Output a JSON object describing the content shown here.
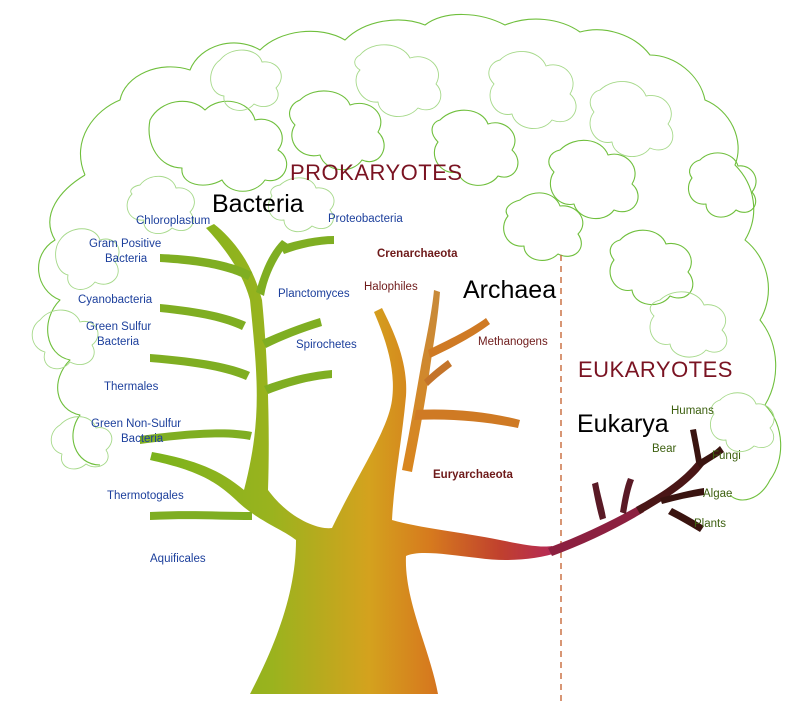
{
  "domains": {
    "prokaryotes": "PROKARYOTES",
    "eukaryotes": "EUKARYOTES"
  },
  "groups": {
    "bacteria": "Bacteria",
    "archaea": "Archaea",
    "eukarya": "Eukarya"
  },
  "bacteria_labels": {
    "chloroplastum": "Chloroplastum",
    "proteobacteria": "Proteobacteria",
    "gram_positive_1": "Gram Positive",
    "gram_positive_2": "Bacteria",
    "cyanobacteria": "Cyanobacteria",
    "planctomyces": "Planctomyces",
    "green_sulfur_1": "Green Sulfur",
    "green_sulfur_2": "Bacteria",
    "spirochetes": "Spirochetes",
    "thermales": "Thermales",
    "green_nonsulfur_1": "Green Non-Sulfur",
    "green_nonsulfur_2": "Bacteria",
    "thermotogales": "Thermotogales",
    "aquificales": "Aquificales"
  },
  "archaea_labels": {
    "crenarchaeota": "Crenarchaeota",
    "halophiles": "Halophiles",
    "methanogens": "Methanogens",
    "euryarchaeota": "Euryarchaeota"
  },
  "eukarya_labels": {
    "humans": "Humans",
    "bear": "Bear",
    "fungi": "Fungi",
    "algae": "Algae",
    "plants": "Plants"
  },
  "colors": {
    "domain_title": "#7a1322",
    "bacteria_text": "#1c3f9c",
    "archaea_text": "#6e1a1a",
    "eukarya_text": "#3d6010",
    "canopy_outline": "#6fbf3c",
    "trunk_left": "#79b21e",
    "trunk_mid": "#d6a21e",
    "trunk_right": "#b22a6a",
    "eukarya_branch": "#3a1410",
    "divider": "#c86a3a"
  }
}
